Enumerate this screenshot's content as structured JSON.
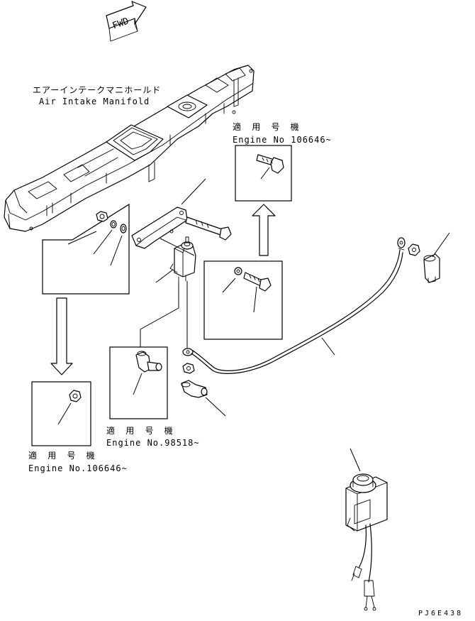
{
  "fwd_label": "FWD",
  "manifold": {
    "label_jp": "エアーインテークマニホールド",
    "label_en": "Air Intake Manifold"
  },
  "callouts": {
    "top_right": {
      "jp": "適 用 号 機",
      "en": "Engine No 106646~"
    },
    "lower_mid": {
      "jp": "適 用 号 機",
      "en": "Engine No.98518~"
    },
    "lower_left": {
      "jp": "適 用 号 機",
      "en": "Engine No.106646~"
    }
  },
  "drawing_code": "PJ6E438"
}
